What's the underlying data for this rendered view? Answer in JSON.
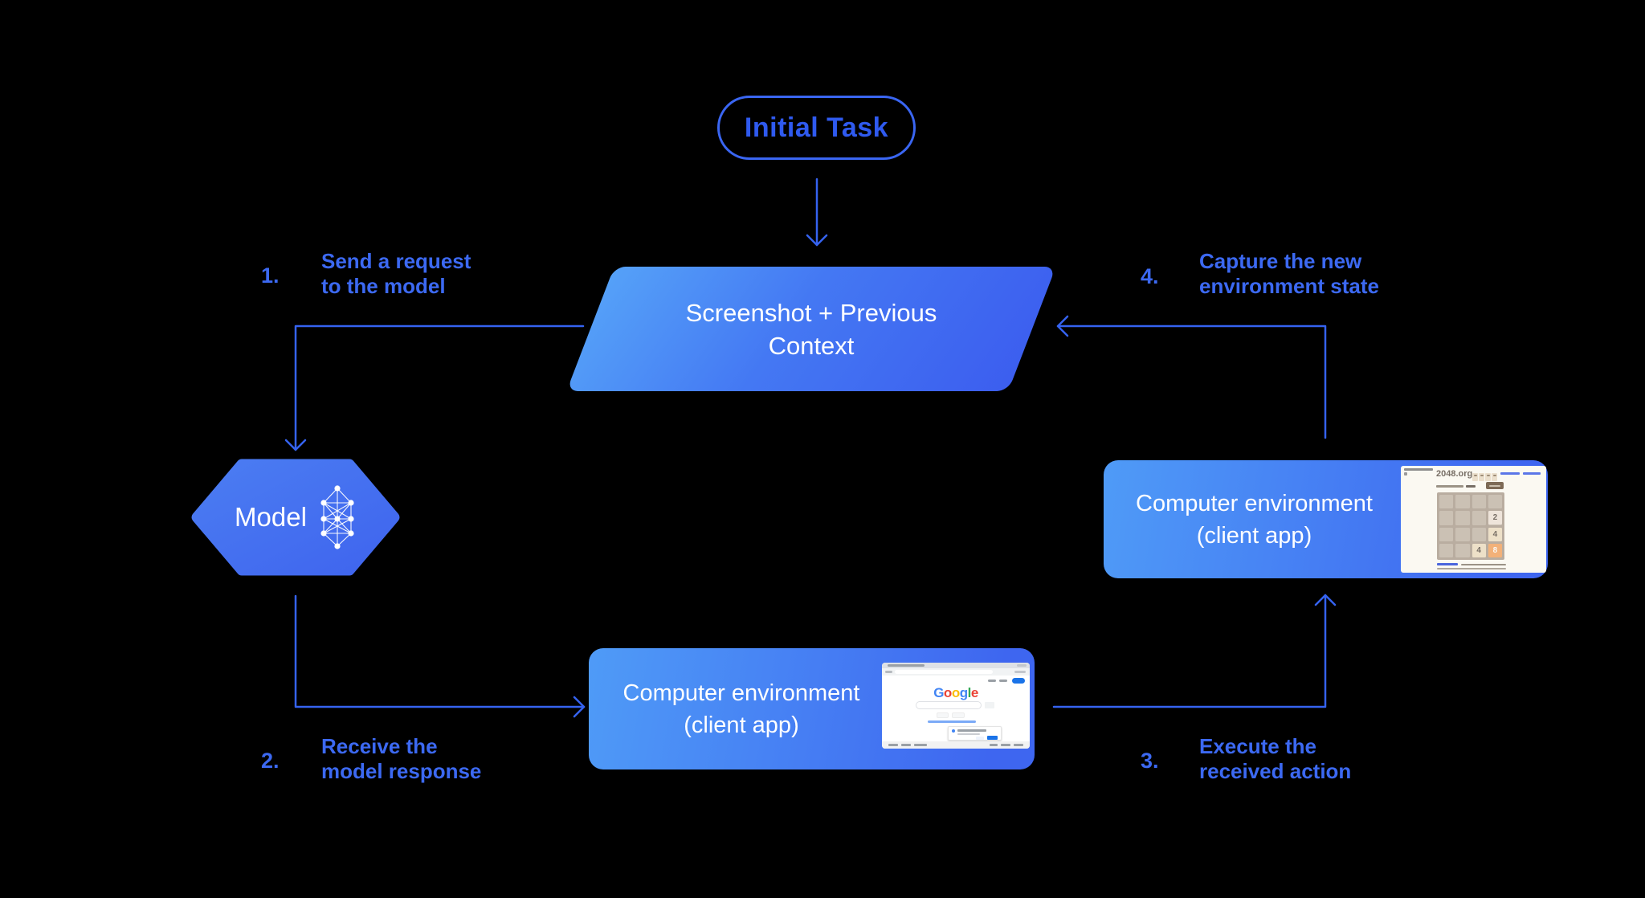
{
  "colors": {
    "background": "#000000",
    "connector_blue": "#3563F0",
    "label_blue": "#3C69F2",
    "node_gradient_light": "#55A1F8",
    "node_gradient_dark": "#3C5EEF",
    "pill_border_blue": "#3A66F2",
    "google_blue": "#1a73e8"
  },
  "nodes": {
    "initial_task": "Initial Task",
    "screenshot_line1": "Screenshot + Previous",
    "screenshot_line2": "Context",
    "model": "Model",
    "env_bottom_line1": "Computer environment",
    "env_bottom_line2": "(client app)",
    "env_right_line1": "Computer environment",
    "env_right_line2": "(client app)"
  },
  "steps": [
    {
      "number": "1.",
      "line1": "Send a request",
      "line2": "to the model"
    },
    {
      "number": "2.",
      "line1": "Receive the",
      "line2": "model response"
    },
    {
      "number": "3.",
      "line1": "Execute the",
      "line2": "received action"
    },
    {
      "number": "4.",
      "line1": "Capture the new",
      "line2": "environment state"
    }
  ],
  "thumbnails": {
    "google": {
      "logo": [
        {
          "letter": "G",
          "color": "#4285F4"
        },
        {
          "letter": "o",
          "color": "#EA4335"
        },
        {
          "letter": "o",
          "color": "#FBBC05"
        },
        {
          "letter": "g",
          "color": "#4285F4"
        },
        {
          "letter": "l",
          "color": "#34A853"
        },
        {
          "letter": "e",
          "color": "#EA4335"
        }
      ]
    },
    "game2048": {
      "site": "2048.org",
      "grid_rows": 4,
      "grid_cols": 4,
      "tiles": [
        {
          "row": 1,
          "col": 3,
          "value": "2"
        },
        {
          "row": 2,
          "col": 3,
          "value": "4"
        },
        {
          "row": 3,
          "col": 2,
          "value": "4"
        },
        {
          "row": 3,
          "col": 3,
          "value": "8"
        }
      ],
      "tile_styles": {
        "2": {
          "bg": "#EEE4DA",
          "fg": "#776E65"
        },
        "4": {
          "bg": "#EDE0C8",
          "fg": "#776E65"
        },
        "8": {
          "bg": "#F2B179",
          "fg": "#F9F6F2"
        }
      },
      "board_bg": "#B9ADA0",
      "cell_bg": "#CBC1B4"
    }
  }
}
